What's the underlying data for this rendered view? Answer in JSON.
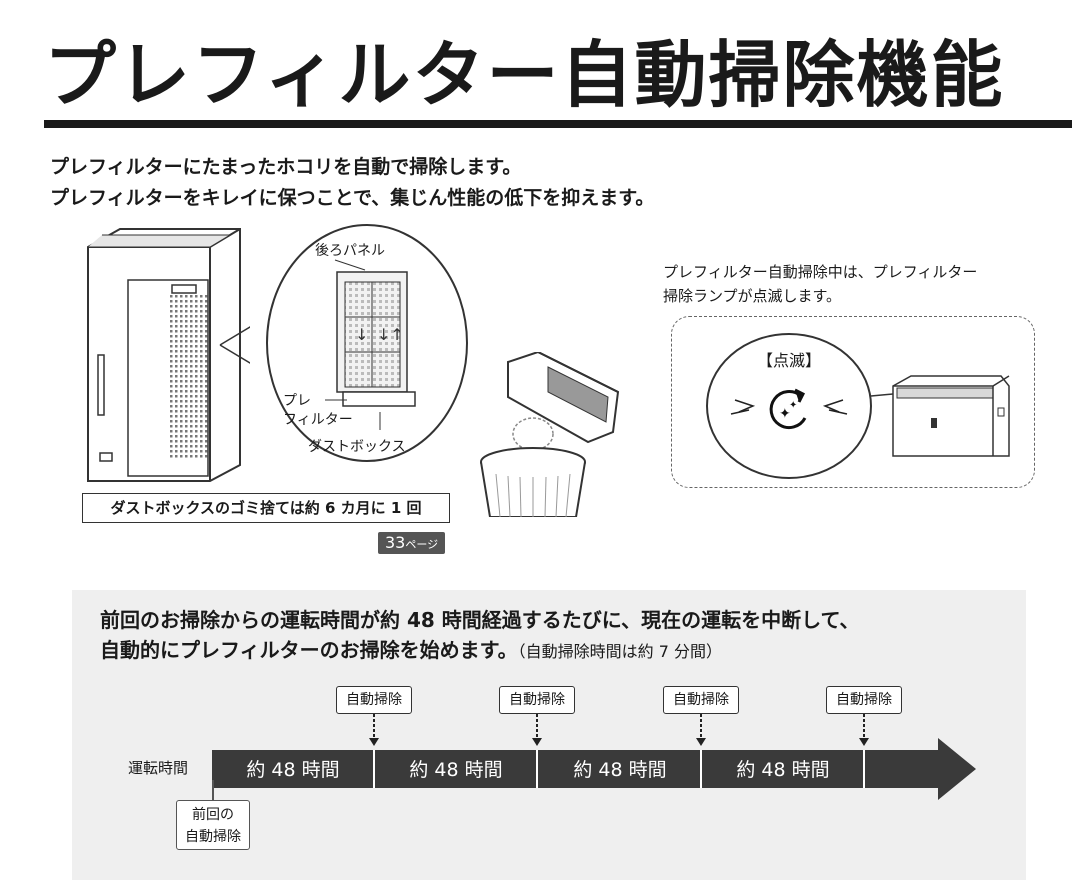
{
  "title": "プレフィルター自動掃除機能",
  "intro": {
    "line1": "プレフィルターにたまったホコリを自動で掃除します。",
    "line2": "プレフィルターをキレイに保つことで、集じん性能の低下を抑えます。"
  },
  "illustration": {
    "back_panel_label": "後ろパネル",
    "prefilter_label_1": "プレ",
    "prefilter_label_2": "フィルター",
    "dustbox_label": "ダストボックス",
    "dustbox_note": "ダストボックスのゴミ捨ては約 6 カ月に 1 回",
    "page_ref_number": "33",
    "page_ref_suffix": "ページ"
  },
  "lamp": {
    "text_line1": "プレフィルター自動掃除中は、プレフィルター",
    "text_line2": "掃除ランプが点滅します。",
    "blink_label": "【点滅】",
    "icon": "auto-clean-lamp-icon"
  },
  "timeline": {
    "text_line1": "前回のお掃除からの運転時間が約 48 時間経過するたびに、現在の運転を中断して、",
    "text_line2": "自動的にプレフィルターのお掃除を始めます。",
    "text_note": "（自動掃除時間は約 7 分間）",
    "auto_clean_labels": [
      "自動掃除",
      "自動掃除",
      "自動掃除",
      "自動掃除"
    ],
    "axis_label": "運転時間",
    "segments": [
      "約 48 時間",
      "約 48 時間",
      "約 48 時間",
      "約 48 時間"
    ],
    "previous_line1": "前回の",
    "previous_line2": "自動掃除"
  }
}
